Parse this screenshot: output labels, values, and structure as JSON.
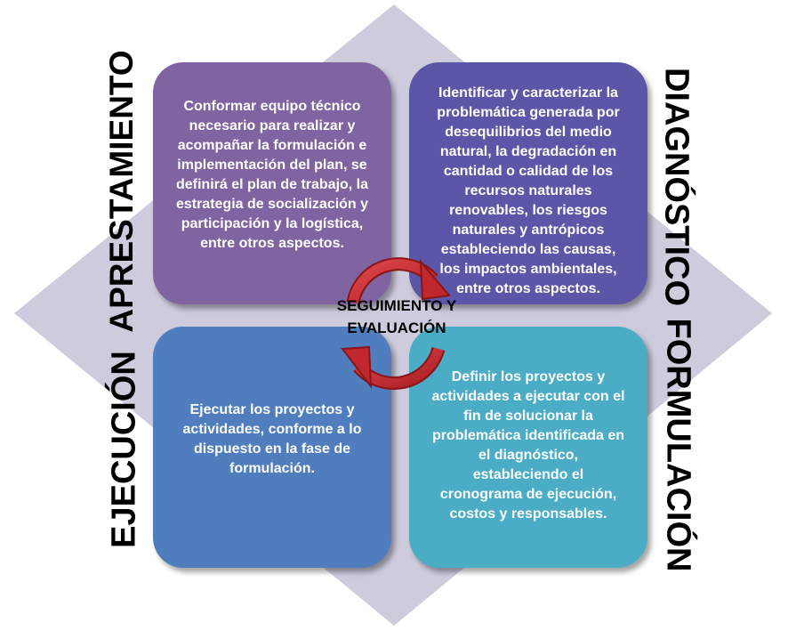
{
  "diagram": {
    "center_label": "SEGUIMIENTO Y\nEVALUACIÓN",
    "phases": {
      "aprestamiento": {
        "label": "APRESTAMIENTO",
        "text": "Conformar equipo técnico\nnecesario para realizar y\nacompañar la formulación e\nimplementación del plan, se\ndefinirá el plan de trabajo, la\nestrategia de socialización y\nparticipación y la logística,\nentre otros aspectos."
      },
      "diagnostico": {
        "label": "DIAGNÓSTICO",
        "text": "Identificar y caracterizar la\nproblemática generada por\ndesequilibrios del medio\nnatural, la degradación en\ncantidad o calidad de los\nrecursos naturales\nrenovables, los riesgos\nnaturales y antrópicos\nestableciendo las causas,\nlos impactos ambientales,\nentre otros aspectos."
      },
      "ejecucion": {
        "label": "EJECUCIÓN",
        "text": "Ejecutar los proyectos y\nactividades, conforme a lo\ndispuesto en la fase de\nformulación."
      },
      "formulacion": {
        "label": "FORMULACIÓN",
        "text": "Definir los proyectos y\nactividades a ejecutar con el\nfin de solucionar la\nproblemática identificada en\nel diagnóstico,\nestableciendo el\ncronograma de ejecución,\ncostos y responsables."
      }
    },
    "colors": {
      "aprestamiento": "#8064a2",
      "diagnostico": "#5b56a8",
      "ejecucion": "#4f7dbd",
      "formulacion": "#4bacc6",
      "diamond": "#cdcbdc",
      "cycle_arrow": "#c0282d"
    }
  }
}
